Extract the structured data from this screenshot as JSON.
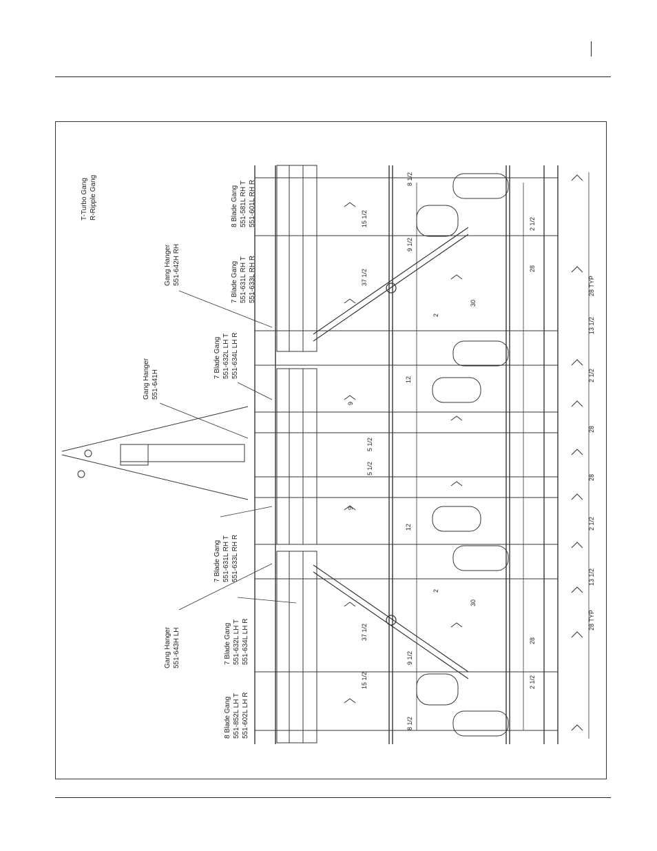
{
  "legend": [
    "T-Turbo Gang",
    "R-Ripple Gang"
  ],
  "callouts": {
    "rh8": [
      "8 Blade Gang",
      "551-581L RH T",
      "551-601L RH R"
    ],
    "rh7": [
      "7 Blade Gang",
      "551-631L RH T",
      "551-633L RH R"
    ],
    "hangerRH": [
      "Gang Hanger",
      "551-642H RH"
    ],
    "c7lh": [
      "7 Blade Gang",
      "551-632L LH T",
      "551-634L LH R"
    ],
    "hangerC": [
      "Gang Hanger",
      "551-641H"
    ],
    "c7rh": [
      "7 Blade Gang",
      "551-631L RH T",
      "551-633L RH R"
    ],
    "hangerLH": [
      "Gang Hanger",
      "551-643H LH"
    ],
    "lh7": [
      "7 Blade Gang",
      "551-632L LH T",
      "551-634L LH R"
    ],
    "lh8": [
      "8 Blade Gang",
      "551-852L LH T",
      "551-602L LH R"
    ]
  },
  "dims": [
    "15 1/2",
    "37 1/2",
    "9 1/2",
    "8 1/2",
    "2 1/2",
    "28",
    "30",
    "2",
    "12",
    "9",
    "5 1/2",
    "13 1/2",
    "28 TYP"
  ]
}
